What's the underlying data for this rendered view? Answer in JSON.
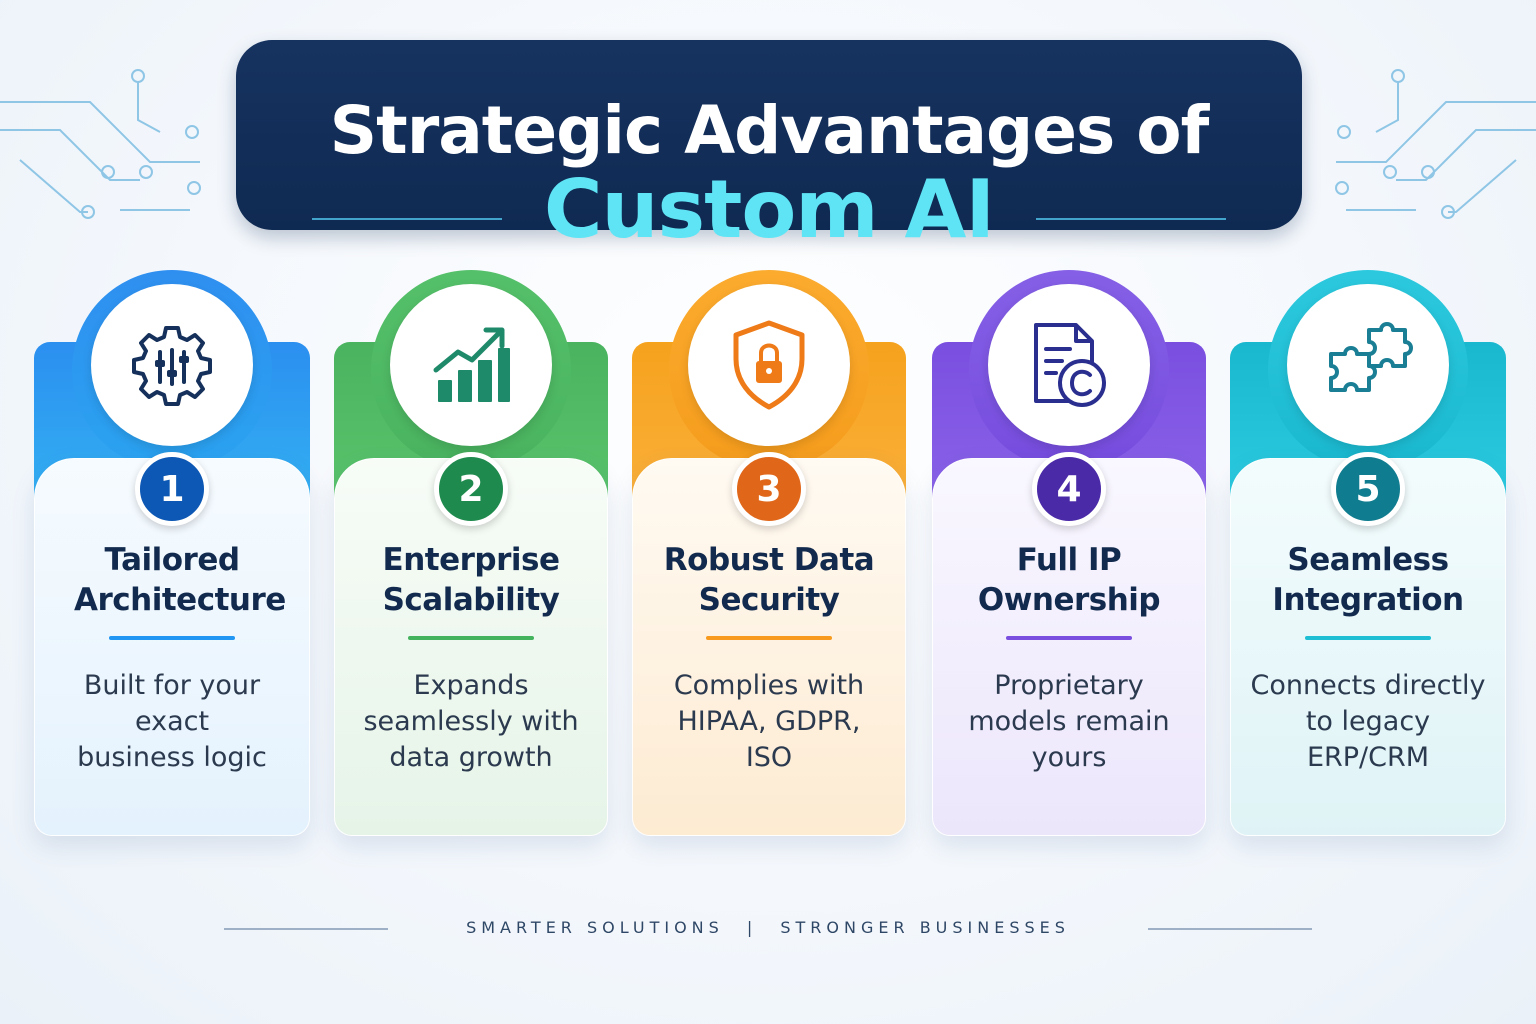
{
  "title": {
    "line1": "Strategic Advantages of",
    "line2": "Custom AI"
  },
  "colors": {
    "banner": "#12305a",
    "title_accent": "#5fe4f5",
    "card1": "#2196f3",
    "card2": "#43b35e",
    "card3": "#f79a1e",
    "card4": "#7a4fe0",
    "card5": "#1ebfd4"
  },
  "cards": [
    {
      "number": "1",
      "title": "Tailored Architecture",
      "description": "Built for your exact business logic",
      "icon": "gear-sliders-icon"
    },
    {
      "number": "2",
      "title": "Enterprise Scalability",
      "description": "Expands seamlessly with data growth",
      "icon": "growth-chart-icon"
    },
    {
      "number": "3",
      "title": "Robust Data Security",
      "description": "Complies with HIPAA, GDPR, ISO",
      "icon": "shield-lock-icon"
    },
    {
      "number": "4",
      "title": "Full IP Ownership",
      "description": "Proprietary models remain yours",
      "icon": "copyright-document-icon"
    },
    {
      "number": "5",
      "title": "Seamless Integration",
      "description": "Connects directly to legacy ERP/CRM",
      "icon": "puzzle-icon"
    }
  ],
  "footer": {
    "left": "SMARTER SOLUTIONS",
    "separator": "|",
    "right": "STRONGER BUSINESSES"
  }
}
